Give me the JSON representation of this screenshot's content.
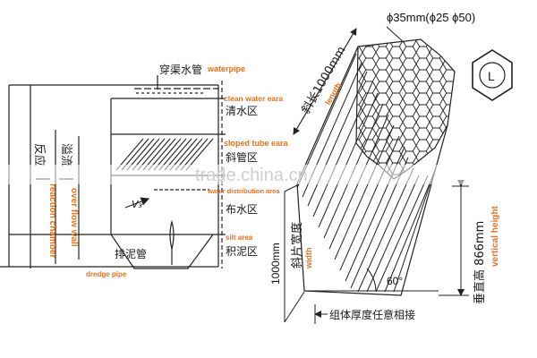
{
  "diagram": {
    "tube_spec": "ϕ35mm(ϕ25 ϕ50)",
    "tube_symbol": "L",
    "watermark": "trade.china.cn",
    "tank": {
      "water_pipe_cn": "穿渠水管",
      "water_pipe_en": "waterpipe",
      "clean_water_cn": "清水区",
      "clean_water_en": "clean water eara",
      "sloped_tube_cn": "斜管区",
      "sloped_tube_en": "sloped tube eara",
      "water_distribution_cn": "布水区",
      "water_distribution_en": "water distribution area",
      "silt_cn": "积泥区",
      "silt_en": "silt area",
      "dredge_pipe_cn": "排泥管",
      "dredge_pipe_en": "dredge pipe",
      "reaction_chamber_cn": "反应",
      "reaction_chamber_en": "reaction chamber",
      "overflow_wall_cn": "溢流",
      "overflow_wall_en": "over flow wall",
      "velocity_symbol": "V₃"
    },
    "module": {
      "length_cn": "斜长1000mm",
      "length_en": "length",
      "width_cn": "斜片宽度",
      "width_dim": "1000mm",
      "width_en": "width",
      "vertical_cn": "垂直高 866mm",
      "vertical_en": "vertical height",
      "angle": "60°",
      "thickness_cn": "组体厚度任意相接"
    }
  }
}
